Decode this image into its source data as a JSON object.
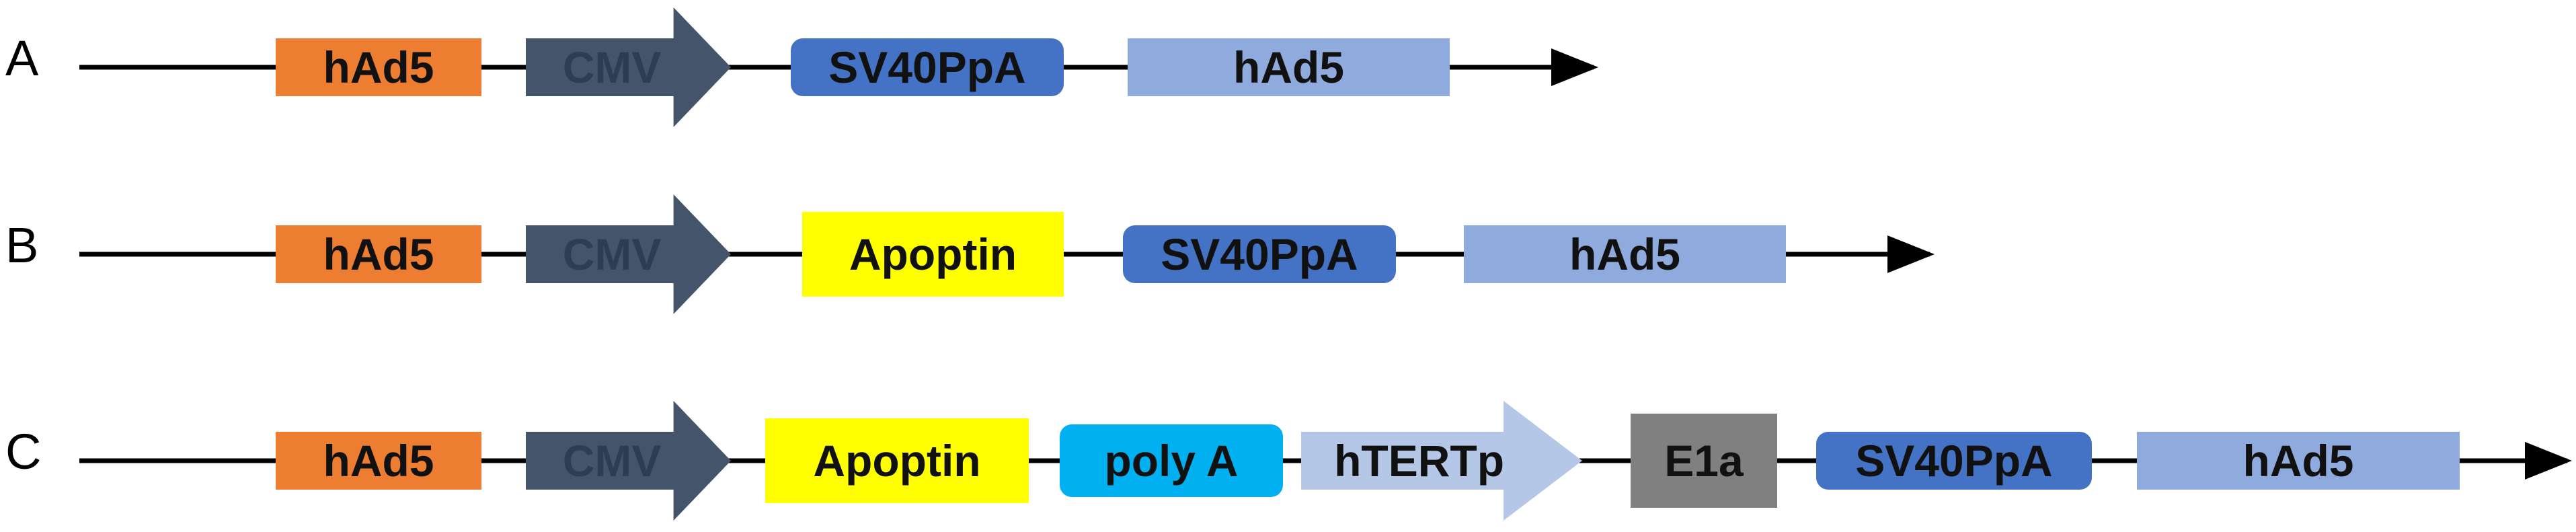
{
  "constructs": [
    {
      "label": "A",
      "elements": [
        {
          "text": "hAd5",
          "shape": "rect",
          "color": "#ED7D31"
        },
        {
          "text": "CMV",
          "shape": "arrow",
          "color": "#44546A"
        },
        {
          "text": "SV40PpA",
          "shape": "rounded",
          "color": "#4472C4"
        },
        {
          "text": "hAd5",
          "shape": "rect",
          "color": "#8FAADC"
        }
      ]
    },
    {
      "label": "B",
      "elements": [
        {
          "text": "hAd5",
          "shape": "rect",
          "color": "#ED7D31"
        },
        {
          "text": "CMV",
          "shape": "arrow",
          "color": "#44546A"
        },
        {
          "text": "Apoptin",
          "shape": "rect",
          "color": "#FFFF00"
        },
        {
          "text": "SV40PpA",
          "shape": "rounded",
          "color": "#4472C4"
        },
        {
          "text": "hAd5",
          "shape": "rect",
          "color": "#8FAADC"
        }
      ]
    },
    {
      "label": "C",
      "elements": [
        {
          "text": "hAd5",
          "shape": "rect",
          "color": "#ED7D31"
        },
        {
          "text": "CMV",
          "shape": "arrow",
          "color": "#44546A"
        },
        {
          "text": "Apoptin",
          "shape": "rect",
          "color": "#FFFF00"
        },
        {
          "text": "poly A",
          "shape": "rounded",
          "color": "#00B0F0"
        },
        {
          "text": "hTERTp",
          "shape": "arrow",
          "color": "#B4C7E7"
        },
        {
          "text": "E1a",
          "shape": "rect",
          "color": "#808080"
        },
        {
          "text": "SV40PpA",
          "shape": "rounded",
          "color": "#4472C4"
        },
        {
          "text": "hAd5",
          "shape": "rect",
          "color": "#8FAADC"
        }
      ]
    }
  ]
}
